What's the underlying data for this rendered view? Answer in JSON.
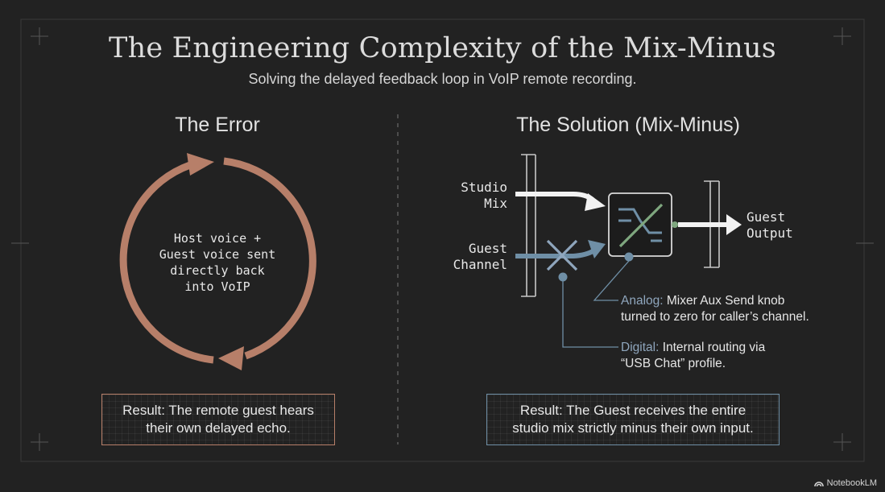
{
  "title": "The Engineering Complexity of the Mix-Minus",
  "subtitle": "Solving the delayed feedback loop in VoIP remote recording.",
  "error_section": {
    "heading": "The Error",
    "loop_lines": [
      "Host voice +",
      "Guest voice sent",
      "directly back",
      "into VoIP"
    ],
    "result_lines": [
      "Result: The remote guest hears",
      "their own delayed echo."
    ]
  },
  "solution_section": {
    "heading": "The Solution (Mix-Minus)",
    "studio_mix_lines": [
      "Studio",
      "Mix"
    ],
    "guest_channel_lines": [
      "Guest",
      "Channel"
    ],
    "guest_output_lines": [
      "Guest",
      "Output"
    ],
    "analog_note": {
      "tag": "Analog:",
      "line1": " Mixer Aux Send knob",
      "line2": "turned to zero for caller’s channel."
    },
    "digital_note": {
      "tag": "Digital:",
      "line1": " Internal routing via",
      "line2": "“USB Chat” profile."
    },
    "result_lines": [
      "Result: The Guest receives the entire",
      "studio mix strictly minus their own input."
    ]
  },
  "brand": "NotebookLM",
  "colors": {
    "background": "#222222",
    "error_accent": "#b77f69",
    "solution_accent": "#6f8fa6",
    "mixer_green": "#7fa77f",
    "text": "#e6e6e6"
  }
}
